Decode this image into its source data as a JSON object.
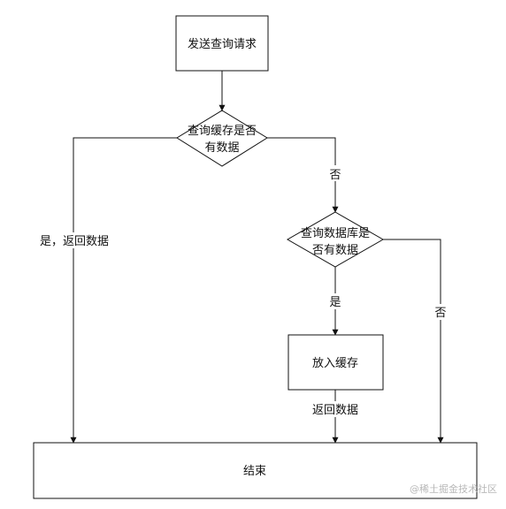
{
  "nodes": {
    "send_request": "发送查询请求",
    "query_cache": [
      "查询缓存是否",
      "有数据"
    ],
    "query_db": [
      "查询数据库是",
      "否有数据"
    ],
    "put_cache": "放入缓存",
    "end": "结束"
  },
  "edges": {
    "cache_no": "否",
    "cache_yes": "是，返回数据",
    "db_yes": "是",
    "db_no": "否",
    "return_data": "返回数据"
  },
  "watermark": "@稀土掘金技术社区",
  "colors": {
    "stroke": "#111111",
    "background": "#ffffff",
    "watermark": "#b8b8b8"
  }
}
